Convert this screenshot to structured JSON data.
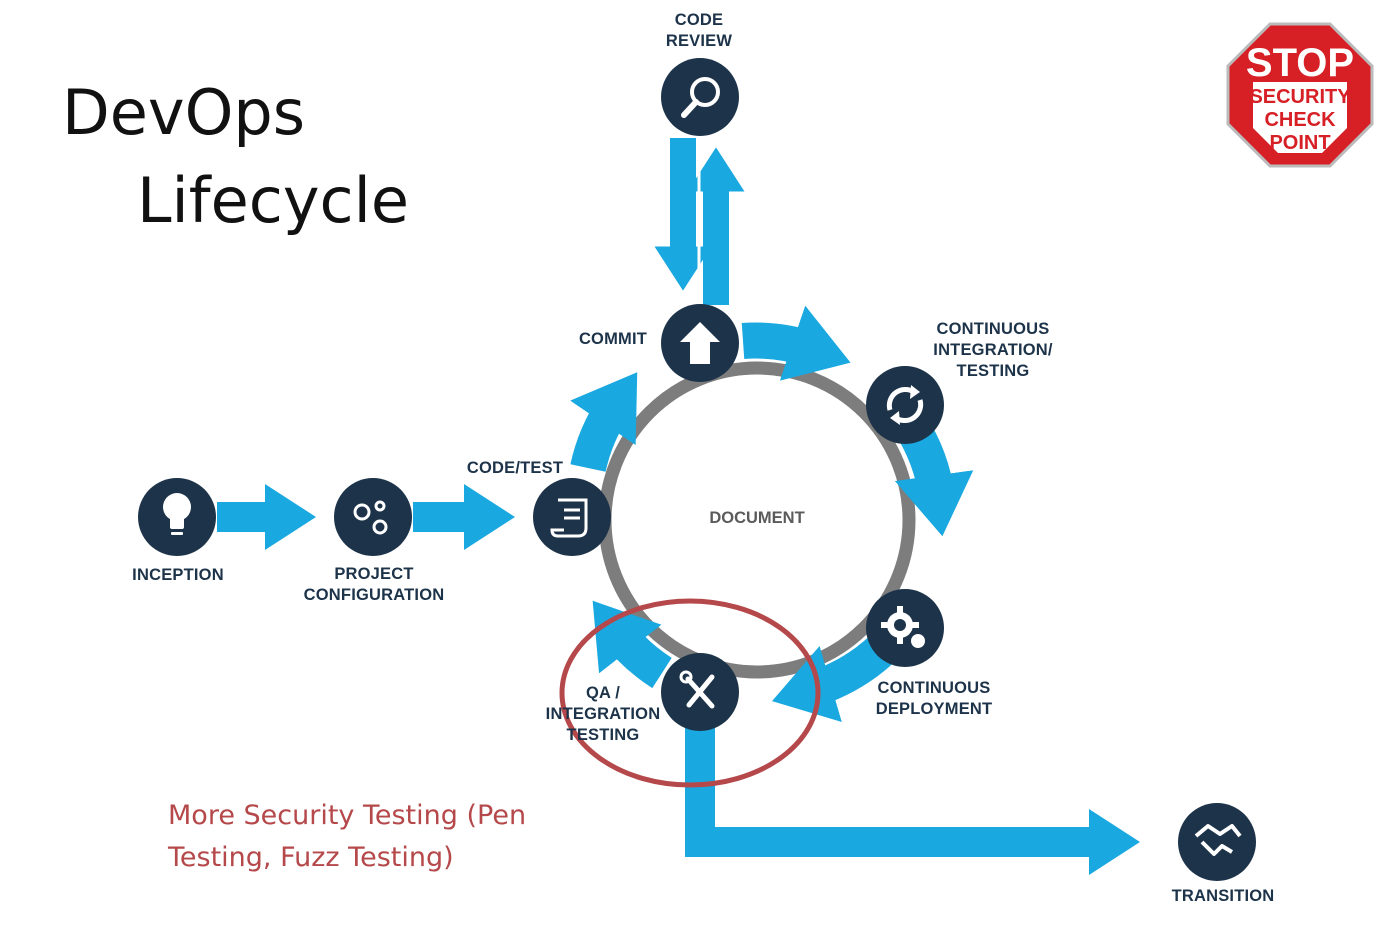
{
  "title": {
    "line1": "DevOps",
    "line2": "Lifecycle"
  },
  "stop_sign": {
    "top": "STOP",
    "lines": [
      "SECURITY",
      "CHECK",
      "POINT"
    ],
    "colors": {
      "fill": "#d71f26",
      "text": "#ffffff",
      "inner_text": "#d71f26"
    }
  },
  "stages": [
    {
      "id": "inception",
      "label": "INCEPTION",
      "icon": "lightbulb-icon"
    },
    {
      "id": "project-configuration",
      "label": "PROJECT\nCONFIGURATION",
      "icon": "gears-icon"
    },
    {
      "id": "code-test",
      "label": "CODE/TEST",
      "icon": "scroll-icon"
    },
    {
      "id": "commit",
      "label": "COMMIT",
      "icon": "up-arrow-house-icon"
    },
    {
      "id": "code-review",
      "label": "CODE\nREVIEW",
      "icon": "magnifier-icon"
    },
    {
      "id": "continuous-integration",
      "label": "CONTINUOUS\nINTEGRATION/\nTESTING",
      "icon": "refresh-icon"
    },
    {
      "id": "continuous-deployment",
      "label": "CONTINUOUS\nDEPLOYMENT",
      "icon": "gear-refresh-icon"
    },
    {
      "id": "qa-integration",
      "label": "QA /\nINTEGRATION\nTESTING",
      "icon": "tools-icon"
    },
    {
      "id": "transition",
      "label": "TRANSITION",
      "icon": "handshake-icon"
    }
  ],
  "center_label": "DOCUMENT",
  "annotation": "More Security Testing (Pen\nTesting, Fuzz Testing)",
  "colors": {
    "flow": "#1aa8e0",
    "node": "#1d3349",
    "ring": "#7d7d7d",
    "highlight": "#b5484a",
    "annotation": "#b5484a"
  }
}
